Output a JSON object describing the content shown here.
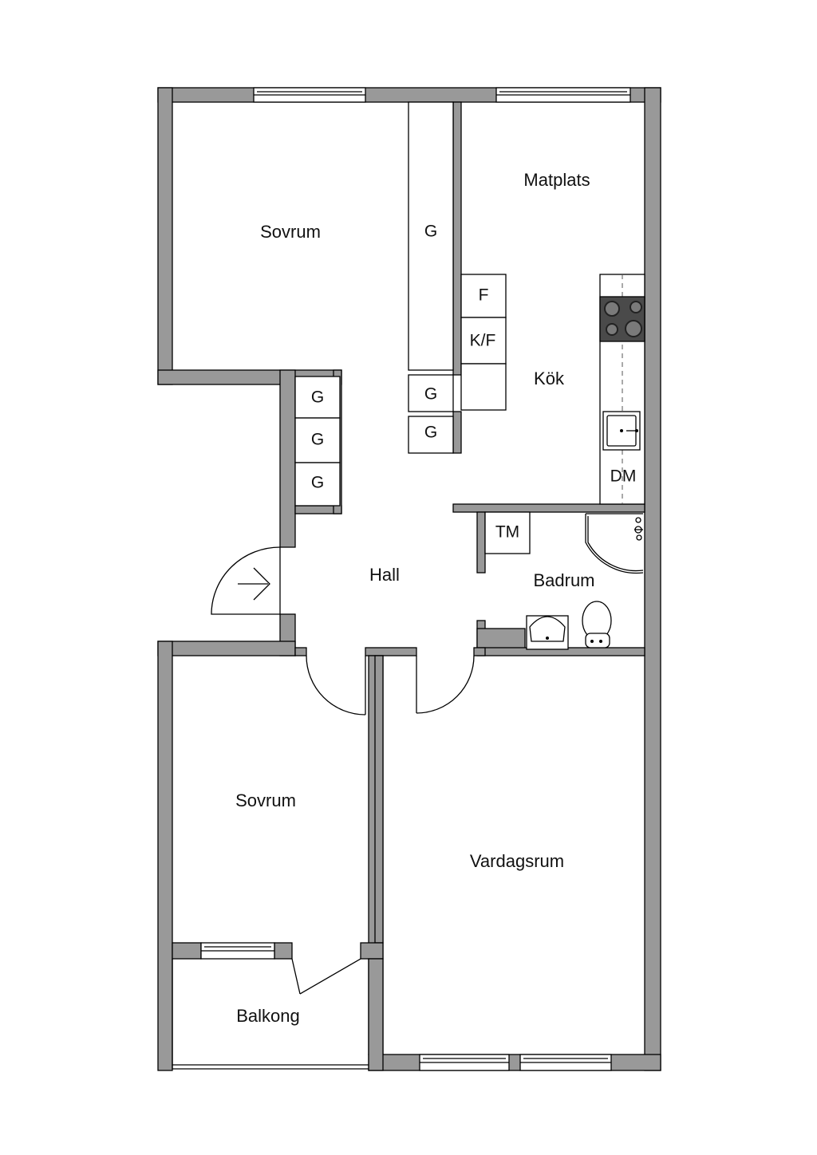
{
  "rooms": {
    "sovrum_top": "Sovrum",
    "matplats": "Matplats",
    "kok": "Kök",
    "hall": "Hall",
    "badrum": "Badrum",
    "sovrum_bottom": "Sovrum",
    "vardagsrum": "Vardagsrum",
    "balkong": "Balkong"
  },
  "fixtures": {
    "garderob": "G",
    "frys": "F",
    "kyl_frys": "K/F",
    "diskmaskin": "DM",
    "tvattmaskin": "TM"
  },
  "colors": {
    "wall": "#999999",
    "outline": "#000000",
    "background": "#ffffff"
  }
}
